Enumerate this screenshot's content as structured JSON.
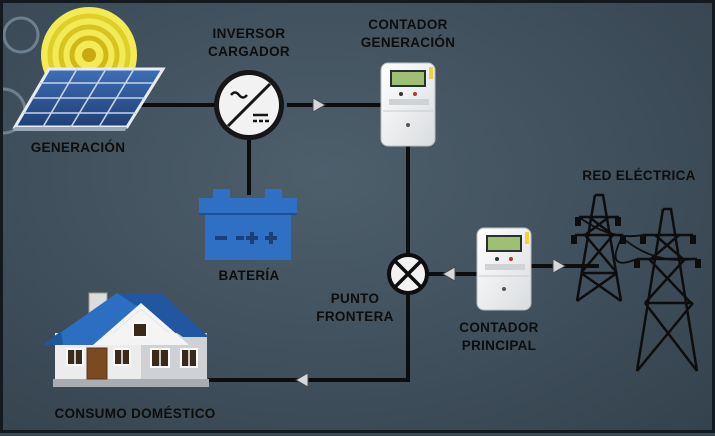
{
  "labels": {
    "generacion": "GENERACIÓN",
    "inversor_line1": "INVERSOR",
    "inversor_line2": "CARGADOR",
    "contador_gen_line1": "CONTADOR",
    "contador_gen_line2": "GENERACIÓN",
    "bateria": "BATERÍA",
    "red_electrica": "RED ELÉCTRICA",
    "punto_line1": "PUNTO",
    "punto_line2": "FRONTERA",
    "contador_principal_line1": "CONTADOR",
    "contador_principal_line2": "PRINCIPAL",
    "consumo": "CONSUMO DOMÉSTICO"
  },
  "colors": {
    "background": "#3f4f5b",
    "line": "#0d0d0d",
    "battery": "#2f6fc4",
    "roof": "#2c6fc2",
    "solar_panel": "#2a4e88",
    "sun": "#f2e94e"
  },
  "icons": {
    "solar": "solar-panel-sun-icon",
    "inverter": "inverter-icon",
    "meter": "electric-meter-icon",
    "battery": "battery-icon",
    "junction": "junction-cross-icon",
    "tower": "power-tower-icon",
    "house": "house-icon"
  }
}
